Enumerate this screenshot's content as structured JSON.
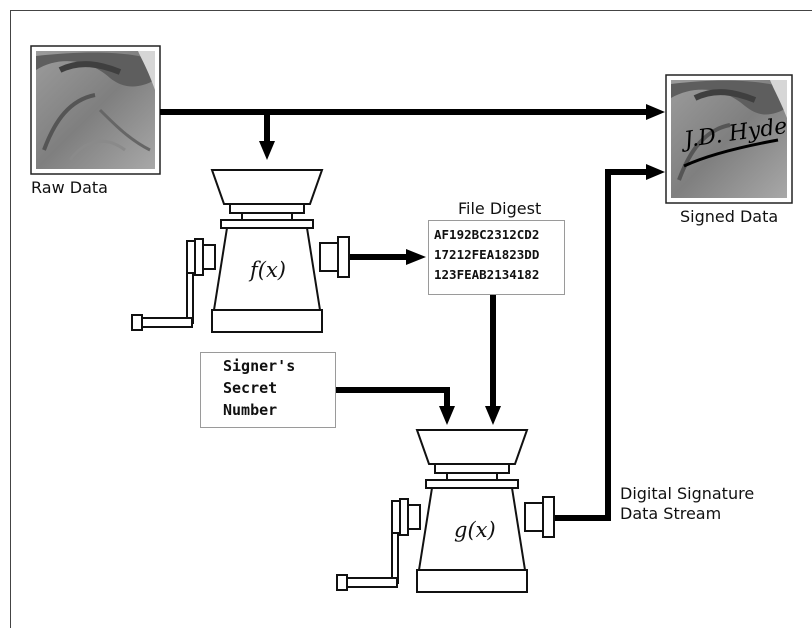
{
  "labels": {
    "raw_data": "Raw Data",
    "signed_data": "Signed Data",
    "file_digest": "File Digest",
    "signature_line1": "Digital Signature",
    "signature_line2": "Data Stream"
  },
  "digest_lines": [
    "AF192BC2312CD2",
    "17212FEA1823DD",
    "123FEAB2134182"
  ],
  "secret_lines": [
    "Signer's",
    "Secret",
    "Number"
  ],
  "functions": {
    "f": "f(x)",
    "g": "g(x)"
  },
  "signature_text": "J.D. Hyde"
}
